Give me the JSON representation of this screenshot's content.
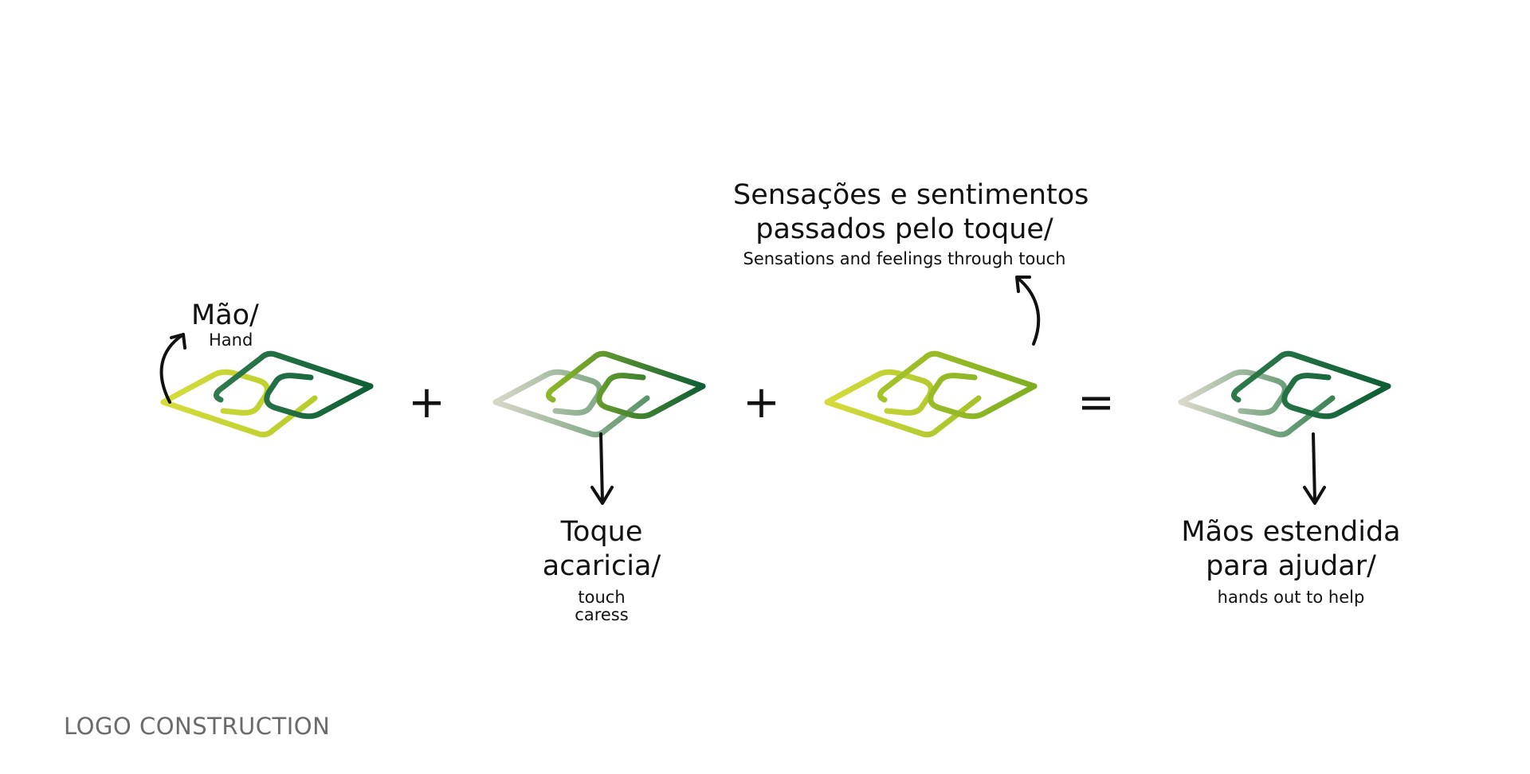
{
  "logo_stages": [
    {
      "name": "hand",
      "colors": {
        "left": [
          "#d4dc3a",
          "#b7cc2c"
        ],
        "right": [
          "#2e7a4c",
          "#0f5e35"
        ]
      }
    },
    {
      "name": "touch-caress",
      "colors": {
        "left": [
          "#d9d6c8",
          "#5a956a"
        ],
        "right": [
          "#8cb62a",
          "#0f5e35"
        ]
      }
    },
    {
      "name": "sensations",
      "colors": {
        "left": [
          "#d4dc3a",
          "#a6c229"
        ],
        "right": [
          "#a6c229",
          "#7fae22"
        ]
      }
    },
    {
      "name": "final",
      "colors": {
        "left": [
          "#dcd9cc",
          "#3a8456"
        ],
        "right": [
          "#2e7a4c",
          "#0f5e35"
        ]
      }
    }
  ],
  "operators": {
    "plus": "+",
    "equals": "="
  },
  "annotations": {
    "hand": {
      "pt": "Mão/",
      "en": "Hand"
    },
    "touch": {
      "pt_line1": "Toque",
      "pt_line2": "acaricia/",
      "en_line1": "touch",
      "en_line2": "caress"
    },
    "sensations": {
      "pt_line1": "Sensações e sentimentos",
      "pt_line2": "passados pelo toque/",
      "en": "Sensations and feelings through touch"
    },
    "final": {
      "pt_line1": "Mãos estendida",
      "pt_line2": "para ajudar/",
      "en": "hands out to help"
    }
  },
  "footer": "LOGO CONSTRUCTION"
}
